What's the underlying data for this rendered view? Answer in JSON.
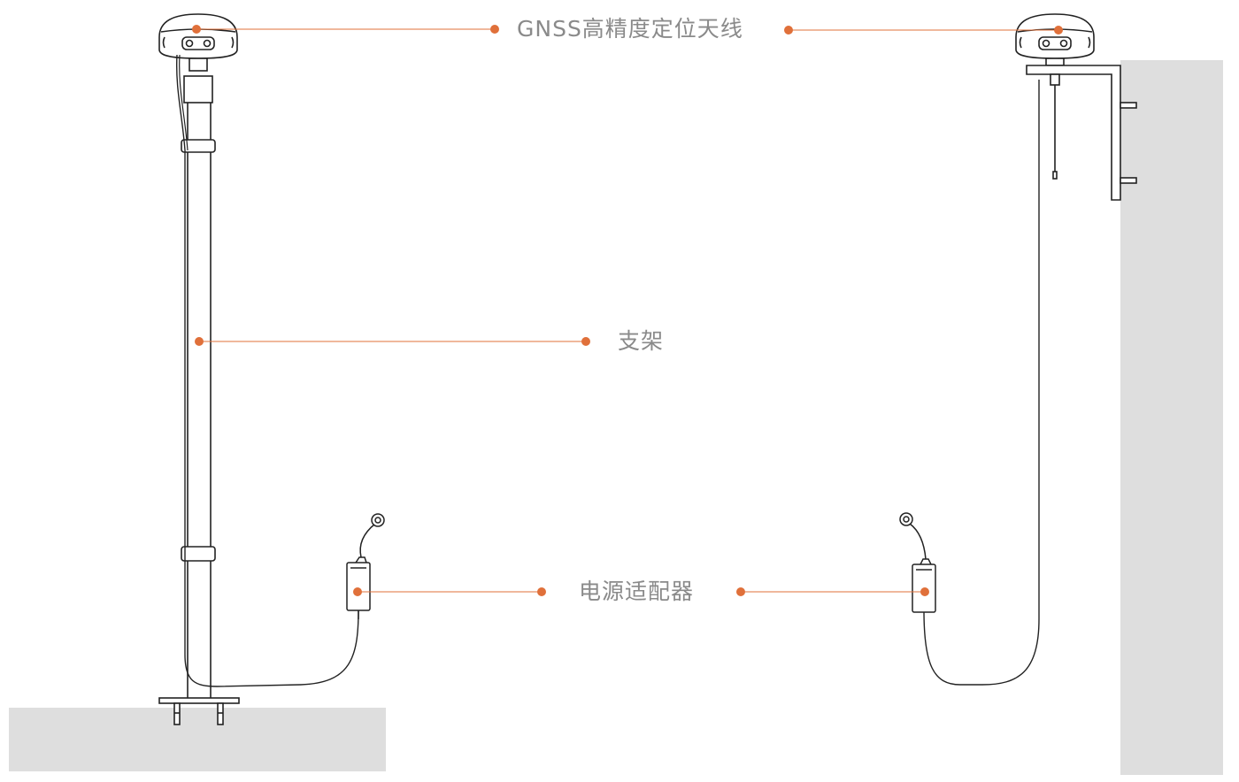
{
  "labels": {
    "antenna": "GNSS高精度定位天线",
    "bracket": "支架",
    "adapter": "电源适配器"
  },
  "colors": {
    "accent": "#e0703a",
    "ground": "#dedede",
    "line": "#222222",
    "label": "#8a8a8a"
  },
  "icons": {
    "antenna": "gnss-antenna-icon",
    "adapter": "power-adapter-icon"
  }
}
